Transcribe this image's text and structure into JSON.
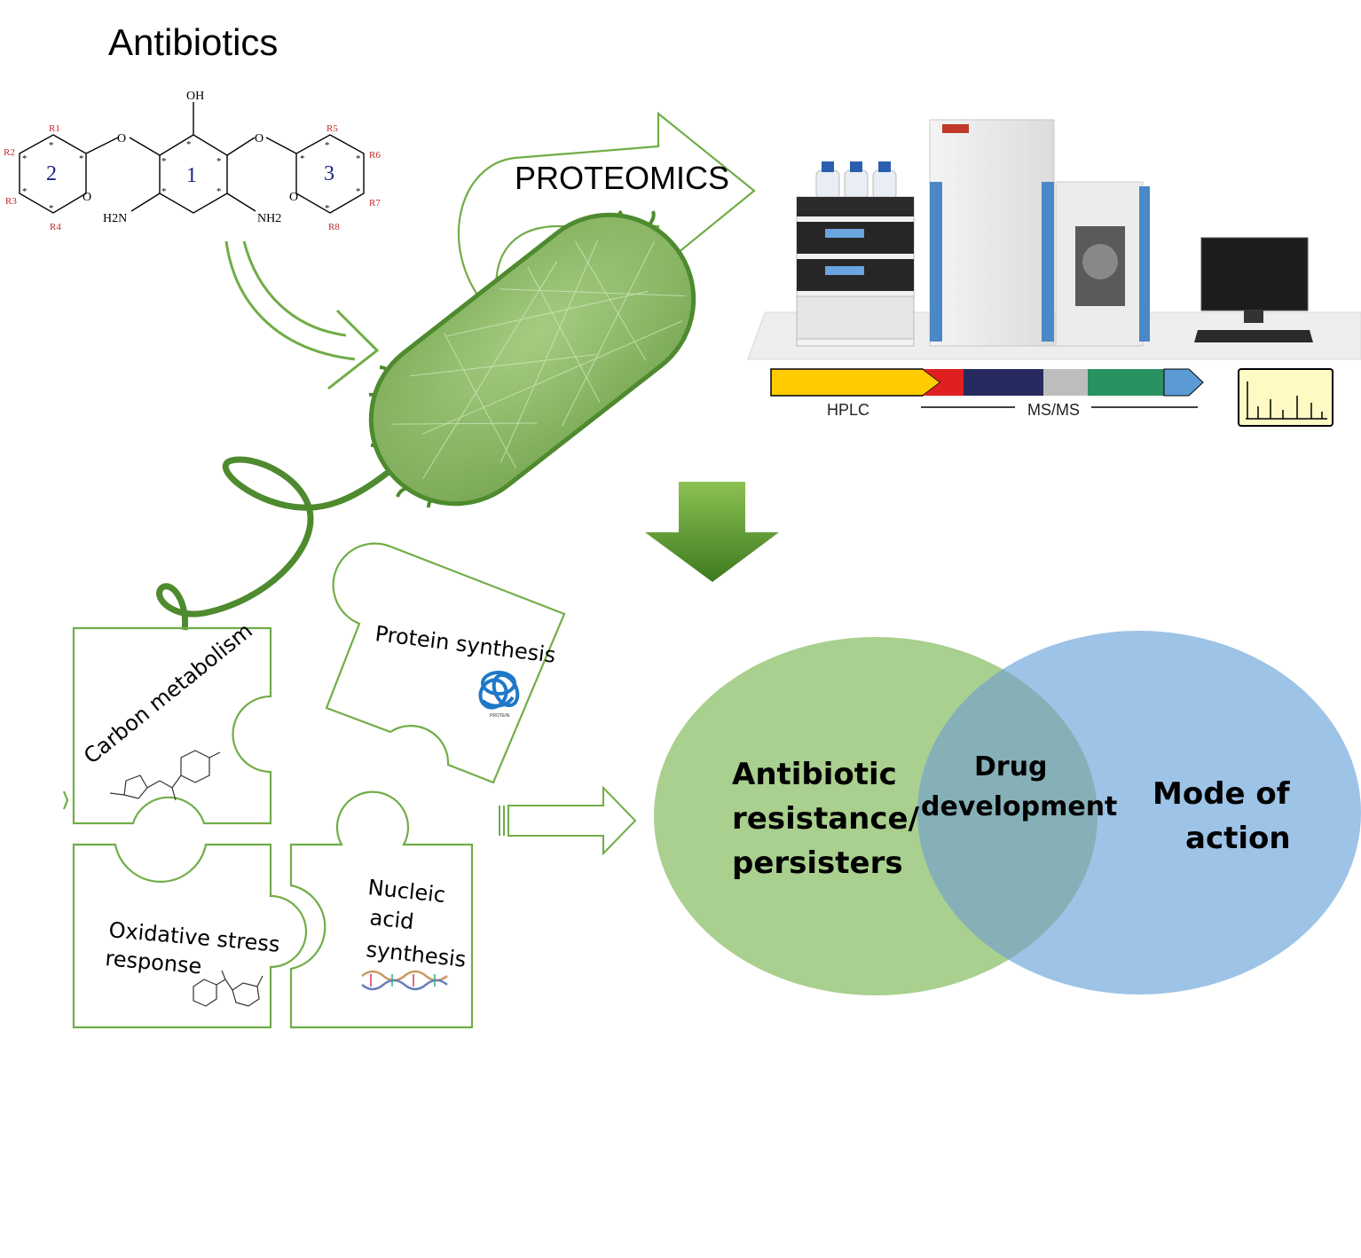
{
  "title": "Antibiotics",
  "proteomics_label": "PROTEOMICS",
  "molecule": {
    "oh": "OH",
    "nh2_left": "H2N",
    "nh2_right": "NH2",
    "o_labels": [
      "O",
      "O",
      "O",
      "O"
    ],
    "ring_numbers": [
      "2",
      "1",
      "3"
    ],
    "r_groups": [
      "R1",
      "R2",
      "R3",
      "R4",
      "R5",
      "R6",
      "R7",
      "R8"
    ]
  },
  "instrument": {
    "hplc_label": "HPLC",
    "msms_label": "MS/MS"
  },
  "puzzle": {
    "carbon_metabolism": "Carbon metabolism",
    "protein_synthesis": "Protein synthesis",
    "oxidative_line1": "Oxidative stress",
    "oxidative_line2": "response",
    "nucleic_line1": "Nucleic",
    "nucleic_line2": "acid",
    "nucleic_line3": "synthesis",
    "protein_icon_caption": "PROTEIN"
  },
  "venn": {
    "left_line1": "Antibiotic",
    "left_line2": "resistance/",
    "left_line3": "persisters",
    "center_line1": "Drug",
    "center_line2": "development",
    "right_line1": "Mode of",
    "right_line2": "action"
  },
  "colors": {
    "green_outline": "#70ad47",
    "bacterium_fill": "#8fb96a",
    "bacterium_stroke": "#4e8a2e",
    "venn_green": "#a9d08e",
    "venn_blue": "#9dc3e6",
    "venn_overlap": "#86b0b8",
    "hplc_yellow": "#ffcc00",
    "ms_red": "#e02020",
    "ms_navy": "#262a5e",
    "ms_green": "#2a9160",
    "ms_blue": "#5b9bd5"
  }
}
